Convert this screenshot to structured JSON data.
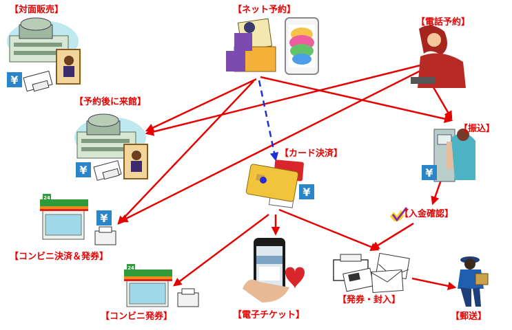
{
  "nodes": {
    "counter_sales": "【対面販売】",
    "net_reservation": "【ネット予約】",
    "phone_reservation": "【電話予約】",
    "visit_after_reservation": "【予約後に来館】",
    "bank_transfer": "【振込】",
    "card_payment": "【カード決済】",
    "payment_confirmation": "【入金確認】",
    "convenience_payment_ticketing": "【コンビニ決済＆発券】",
    "convenience_ticketing": "【コンビニ発券】",
    "e_ticket": "【電子チケット】",
    "ticketing_enclosing": "【発券・封入】",
    "mail_delivery": "【郵送】"
  },
  "icons": {
    "yen_symbol": "¥",
    "store_sign": "24"
  },
  "colors": {
    "arrow": "#e60000",
    "dashed_arrow": "#1f2fd6",
    "label": "#e60000"
  }
}
